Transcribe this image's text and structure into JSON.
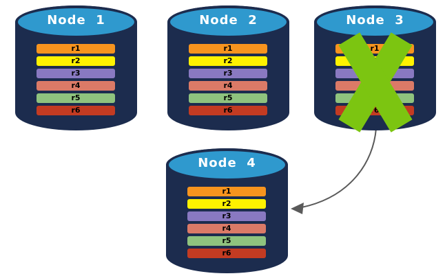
{
  "diagram": {
    "background_color": "#FFFFFF",
    "palette": {
      "cylinder_body": "#1C2C4E",
      "cylinder_top": "#2F99CE",
      "node_title_text": "#FFFFFF",
      "replica_label_text": "#000000",
      "failure_x": "#7CC511",
      "arrow": "#5A5A5A"
    },
    "replica_colors": {
      "r1": "#F7941E",
      "r2": "#FFF200",
      "r3": "#8979C1",
      "r4": "#DB7A67",
      "r5": "#8FC37E",
      "r6": "#C33B22"
    },
    "nodes": [
      {
        "id": "node-1",
        "title": "Node  1",
        "failed": false,
        "replicas": [
          "r1",
          "r2",
          "r3",
          "r4",
          "r5",
          "r6"
        ]
      },
      {
        "id": "node-2",
        "title": "Node  2",
        "failed": false,
        "replicas": [
          "r1",
          "r2",
          "r3",
          "r4",
          "r5",
          "r6"
        ]
      },
      {
        "id": "node-3",
        "title": "Node  3",
        "failed": true,
        "replicas": [
          "r1",
          "r2",
          "r3",
          "r4",
          "r5",
          "r6"
        ]
      },
      {
        "id": "node-4",
        "title": "Node  4",
        "failed": false,
        "replicas": [
          "r1",
          "r2",
          "r3",
          "r4",
          "r5",
          "r6"
        ]
      }
    ],
    "arrow": {
      "from": "node-3",
      "to": "node-4"
    }
  }
}
